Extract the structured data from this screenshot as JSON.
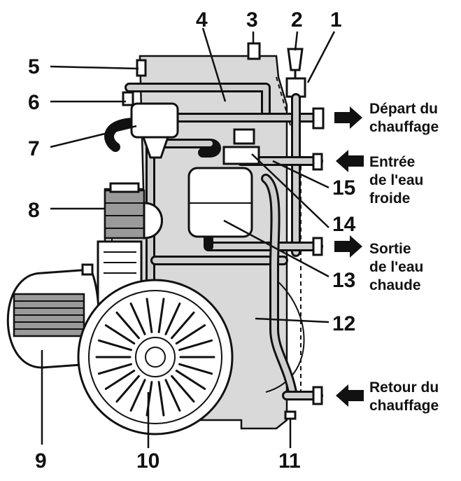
{
  "numbers": [
    "1",
    "2",
    "3",
    "4",
    "5",
    "6",
    "7",
    "8",
    "9",
    "10",
    "11",
    "12",
    "13",
    "14",
    "15"
  ],
  "labels": {
    "depart": [
      "Départ du",
      "chauffage"
    ],
    "entree": [
      "Entrée",
      "de l'eau",
      "froide"
    ],
    "sortie": [
      "Sortie",
      "de l'eau",
      "chaude"
    ],
    "retour": [
      "Retour du",
      "chauffage"
    ]
  }
}
